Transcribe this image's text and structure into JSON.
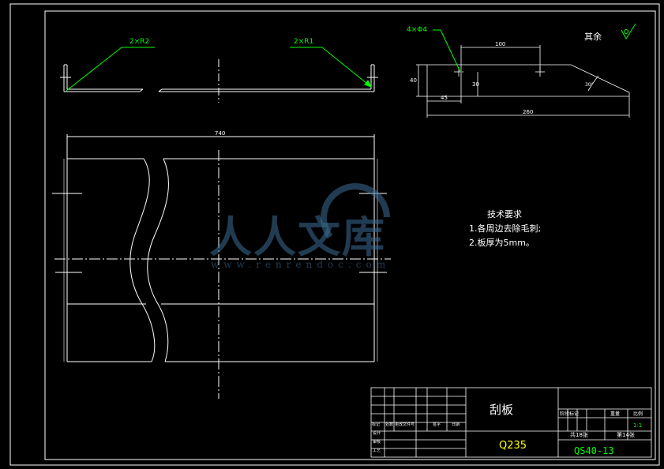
{
  "colors": {
    "background": "#000000",
    "line": "#ffffff",
    "annotation": "#00ff00",
    "watermark": "#3c6e96"
  },
  "annotations": {
    "r2": "2×R2",
    "r1": "2×R1",
    "holes": "4×Φ4",
    "finish": "其余"
  },
  "dimensions": {
    "d100": "100",
    "d45": "45",
    "d260": "260",
    "d740": "740",
    "d40": "40",
    "d30": "30",
    "angle": "30°"
  },
  "notes": {
    "title": "技术要求",
    "items": [
      "1.各周边去除毛刺;",
      "2.板厚为5mm。"
    ]
  },
  "title_block": {
    "part_name": "刮板",
    "material": "Q235",
    "drawing_no": "QS40-13",
    "scale": "1:1",
    "sheet_total": "共18张",
    "sheet_no": "第14张",
    "col_stage": "阶段标记",
    "col_weight": "重量",
    "col_scale": "比例",
    "row_mark": "标记",
    "row_count": "处数",
    "row_doc": "更改文件号",
    "row_sign": "签字",
    "row_date": "日期",
    "row_design": "设计",
    "row_check": "审核",
    "row_process": "工艺"
  },
  "watermark": {
    "text": "人人文库",
    "url": "www.renrendoc.com"
  }
}
